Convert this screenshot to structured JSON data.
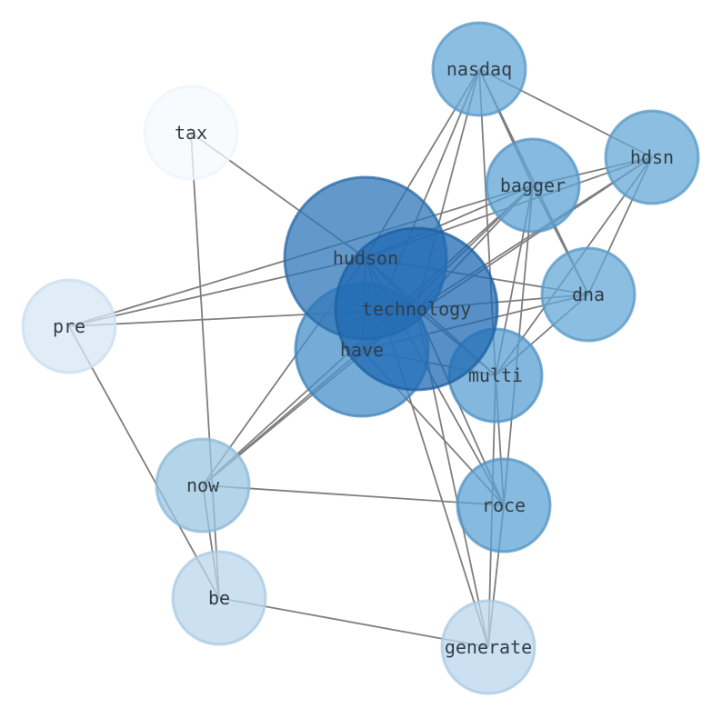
{
  "nodes": [
    {
      "id": "hudson",
      "label": "hudson",
      "fill": "#2f76b8",
      "stroke": "#2a6aa6",
      "opacity": 0.75
    },
    {
      "id": "technology",
      "label": "technology",
      "fill": "#1f6ab3",
      "stroke": "#1d5f9f",
      "opacity": 0.75
    },
    {
      "id": "have",
      "label": "have",
      "fill": "#4790c9",
      "stroke": "#3f82b8",
      "opacity": 0.75
    },
    {
      "id": "multi",
      "label": "multi",
      "fill": "#5a9fd1",
      "stroke": "#4f90c2",
      "opacity": 0.75
    },
    {
      "id": "roce",
      "label": "roce",
      "fill": "#5ea3d3",
      "stroke": "#5393c4",
      "opacity": 0.75
    },
    {
      "id": "bagger",
      "label": "bagger",
      "fill": "#5ea3d3",
      "stroke": "#5393c4",
      "opacity": 0.75
    },
    {
      "id": "nasdaq",
      "label": "nasdaq",
      "fill": "#64a8d6",
      "stroke": "#5898c6",
      "opacity": 0.75
    },
    {
      "id": "hdsn",
      "label": "hdsn",
      "fill": "#64a8d6",
      "stroke": "#5898c6",
      "opacity": 0.75
    },
    {
      "id": "dna",
      "label": "dna",
      "fill": "#64a8d6",
      "stroke": "#5898c6",
      "opacity": 0.75
    },
    {
      "id": "now",
      "label": "now",
      "fill": "#9bc6e1",
      "stroke": "#8cb8d6",
      "opacity": 0.75
    },
    {
      "id": "be",
      "label": "be",
      "fill": "#bad6ec",
      "stroke": "#aac9e2",
      "opacity": 0.75
    },
    {
      "id": "generate",
      "label": "generate",
      "fill": "#bad6ec",
      "stroke": "#aac9e2",
      "opacity": 0.75
    },
    {
      "id": "pre",
      "label": "pre",
      "fill": "#d6e6f4",
      "stroke": "#c9ddee",
      "opacity": 0.75
    },
    {
      "id": "tax",
      "label": "tax",
      "fill": "#f4f9fe",
      "stroke": "#edf4fc",
      "opacity": 0.75
    }
  ],
  "edges": [
    [
      "tax",
      "hudson"
    ],
    [
      "tax",
      "be"
    ],
    [
      "pre",
      "hudson"
    ],
    [
      "pre",
      "technology"
    ],
    [
      "pre",
      "be"
    ],
    [
      "pre",
      "bagger"
    ],
    [
      "nasdaq",
      "hudson"
    ],
    [
      "nasdaq",
      "technology"
    ],
    [
      "nasdaq",
      "have"
    ],
    [
      "nasdaq",
      "multi"
    ],
    [
      "nasdaq",
      "dna"
    ],
    [
      "nasdaq",
      "hdsn"
    ],
    [
      "nasdaq",
      "bagger"
    ],
    [
      "hdsn",
      "hudson"
    ],
    [
      "hdsn",
      "technology"
    ],
    [
      "hdsn",
      "have"
    ],
    [
      "hdsn",
      "multi"
    ],
    [
      "hdsn",
      "dna"
    ],
    [
      "hdsn",
      "bagger"
    ],
    [
      "bagger",
      "hudson"
    ],
    [
      "bagger",
      "technology"
    ],
    [
      "bagger",
      "have"
    ],
    [
      "bagger",
      "dna"
    ],
    [
      "bagger",
      "multi"
    ],
    [
      "bagger",
      "roce"
    ],
    [
      "bagger",
      "now"
    ],
    [
      "dna",
      "hudson"
    ],
    [
      "dna",
      "technology"
    ],
    [
      "dna",
      "have"
    ],
    [
      "dna",
      "multi"
    ],
    [
      "hudson",
      "technology"
    ],
    [
      "hudson",
      "have"
    ],
    [
      "hudson",
      "multi"
    ],
    [
      "hudson",
      "roce"
    ],
    [
      "hudson",
      "now"
    ],
    [
      "hudson",
      "generate"
    ],
    [
      "technology",
      "have"
    ],
    [
      "technology",
      "multi"
    ],
    [
      "technology",
      "roce"
    ],
    [
      "technology",
      "now"
    ],
    [
      "technology",
      "generate"
    ],
    [
      "have",
      "multi"
    ],
    [
      "have",
      "roce"
    ],
    [
      "have",
      "now"
    ],
    [
      "multi",
      "roce"
    ],
    [
      "multi",
      "generate"
    ],
    [
      "roce",
      "generate"
    ],
    [
      "roce",
      "now"
    ],
    [
      "now",
      "be"
    ],
    [
      "be",
      "generate"
    ]
  ]
}
